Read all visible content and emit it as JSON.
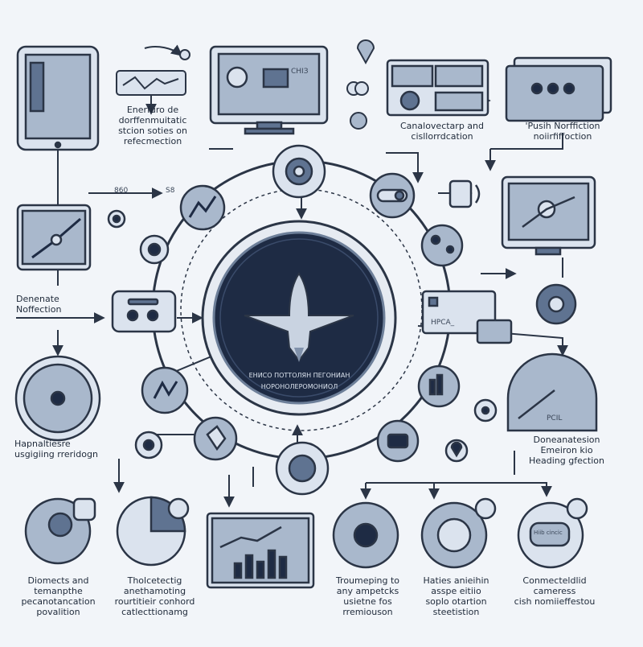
{
  "colors": {
    "background": "#f2f5f9",
    "ink": "#2b3546",
    "fill_light": "#dbe3ee",
    "fill_mid": "#a9b8cc",
    "fill_dark": "#5f7391",
    "hub_bg": "#1e2b44",
    "plane": "#c9d3e1"
  },
  "center": {
    "label_1": "ЕНИСО ПОТТОЛЯН ПЕГОНИАН",
    "label_2": "НОРОНОЛЕРОМОНИОЛ"
  },
  "labels": {
    "top_left": "Enerfuro de\ndorffenmuitatic\nstcion soties on\nrefecmection",
    "top_mid": "Canalovectarp and\ncisllorrdcation",
    "top_right": "'Pusih Norffiction\nnoiirfiffoction",
    "mid_left": "Denenate\nNoffection",
    "left_low": "Hapnaltiesre\nusgigiing rreridogn",
    "right_low": "Doneanatesion\nEmeiron kio\nHeading gfection",
    "bottom_1": "Diomects and\ntemanpthe\npecanotancation\npovalition",
    "bottom_2": "Tholcetectig\nanethamoting\nrourtitieir conhord\ncatlecttionamg",
    "bottom_3": "Troumeping to\nany ampetcks\nusietne fos\nrremiouson",
    "bottom_4": "Haties anieihin\nasspe eitiio\nsoplo otartion\nsteetistion",
    "bottom_5": "Conmecteldlid\ncameress\ncish nomiieffestou"
  },
  "tiny": {
    "num_left": "860",
    "num_left2": "S8",
    "screen_top_text": "СНІЗ",
    "right_box_code": "HPCA_",
    "right_dial_text": "PCIL",
    "bubble_text": "Hiib cincic"
  }
}
